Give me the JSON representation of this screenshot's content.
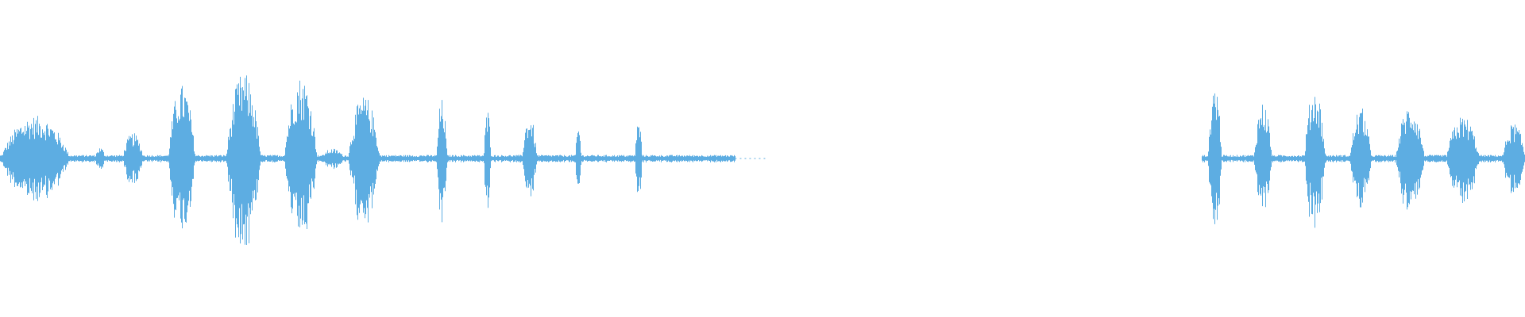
{
  "waveform": {
    "color": "#5dade2",
    "background": "#ffffff",
    "bursts": [
      {
        "start": 0.0,
        "end": 0.046,
        "amp": 0.3
      },
      {
        "start": 0.062,
        "end": 0.069,
        "amp": 0.08
      },
      {
        "start": 0.08,
        "end": 0.094,
        "amp": 0.18
      },
      {
        "start": 0.11,
        "end": 0.128,
        "amp": 0.52
      },
      {
        "start": 0.148,
        "end": 0.171,
        "amp": 0.6
      },
      {
        "start": 0.186,
        "end": 0.208,
        "amp": 0.58
      },
      {
        "start": 0.21,
        "end": 0.226,
        "amp": 0.07
      },
      {
        "start": 0.228,
        "end": 0.249,
        "amp": 0.44
      },
      {
        "start": 0.286,
        "end": 0.293,
        "amp": 0.42
      },
      {
        "start": 0.317,
        "end": 0.322,
        "amp": 0.34
      },
      {
        "start": 0.342,
        "end": 0.352,
        "amp": 0.3
      },
      {
        "start": 0.377,
        "end": 0.381,
        "amp": 0.24
      },
      {
        "start": 0.416,
        "end": 0.421,
        "amp": 0.27
      },
      {
        "start": 0.792,
        "end": 0.801,
        "amp": 0.55
      },
      {
        "start": 0.822,
        "end": 0.834,
        "amp": 0.4
      },
      {
        "start": 0.855,
        "end": 0.869,
        "amp": 0.5
      },
      {
        "start": 0.885,
        "end": 0.899,
        "amp": 0.36
      },
      {
        "start": 0.915,
        "end": 0.934,
        "amp": 0.38
      },
      {
        "start": 0.948,
        "end": 0.97,
        "amp": 0.3
      },
      {
        "start": 0.985,
        "end": 1.0,
        "amp": 0.25
      }
    ],
    "noise_segments": [
      {
        "start": 0.0,
        "end": 0.482,
        "amp": 0.025
      },
      {
        "start": 0.788,
        "end": 1.0,
        "amp": 0.025
      }
    ]
  }
}
